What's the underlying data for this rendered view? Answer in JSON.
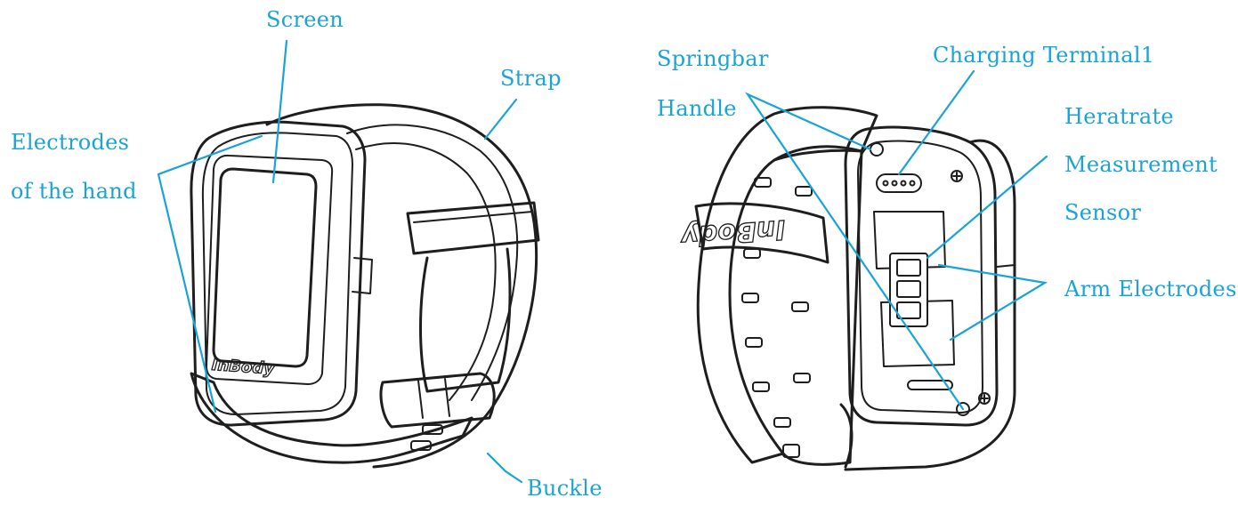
{
  "colors": {
    "label": "#1aa3d6",
    "ink": "#1e1e1e",
    "background": "#ffffff"
  },
  "front_view": {
    "logo": "InBody",
    "labels": {
      "screen": "Screen",
      "strap": "Strap",
      "electrodes_line1": "Electrodes",
      "electrodes_line2": "of the hand",
      "buckle": "Buckle"
    }
  },
  "back_view": {
    "logo": "InBody",
    "labels": {
      "springbar": "Springbar",
      "handle": "Handle",
      "charging_terminal": "Charging Terminal1",
      "heartrate_line1": "Heratrate",
      "heartrate_line2": "Measurement",
      "heartrate_line3": "Sensor",
      "arm_electrodes": "Arm Electrodes"
    }
  }
}
